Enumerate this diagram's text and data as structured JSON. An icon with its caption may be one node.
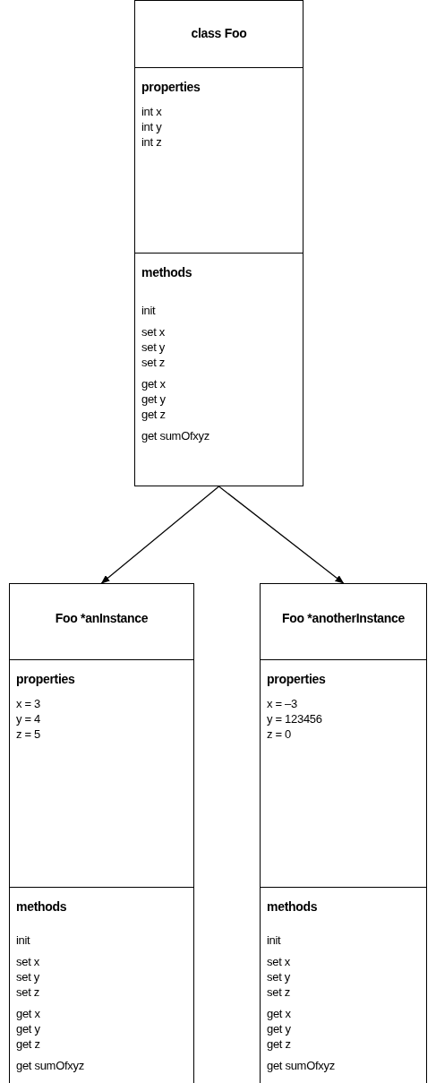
{
  "diagram": {
    "nodes": [
      {
        "text": [
          "class Foo"
        ]
      },
      {
        "text": [
          "properties",
          "int x",
          "int y",
          "int z"
        ],
        "in": 0
      },
      {
        "text": [
          "methods",
          "init",
          "set x",
          "set y",
          "set z",
          "get x",
          "get y",
          "get z",
          "get sumOfxyz"
        ],
        "in": 0
      },
      {
        "text": [
          "Foo *anInstance"
        ]
      },
      {
        "text": [
          "properties",
          "x = 3",
          "y = 4",
          "z = 5"
        ],
        "in": 3
      },
      {
        "text": [
          "methods",
          "init",
          "set x",
          "set y",
          "set z",
          "get x",
          "get y",
          "get z",
          "get sumOfxyz"
        ],
        "in": 3
      },
      {
        "text": [
          "Foo *anotherInstance"
        ]
      },
      {
        "text": [
          "properties",
          "x = –3",
          "y = 123456",
          "z = 0"
        ],
        "in": 6
      },
      {
        "text": [
          "methods",
          "init",
          "set x",
          "set y",
          "set z",
          "get x",
          "get y",
          "get z",
          "get sumOfxyz"
        ],
        "in": 6
      }
    ],
    "edges": [
      {
        "from": 0,
        "to": 3,
        "arrow": "to"
      },
      {
        "from": 0,
        "to": 6,
        "arrow": "to"
      }
    ]
  }
}
